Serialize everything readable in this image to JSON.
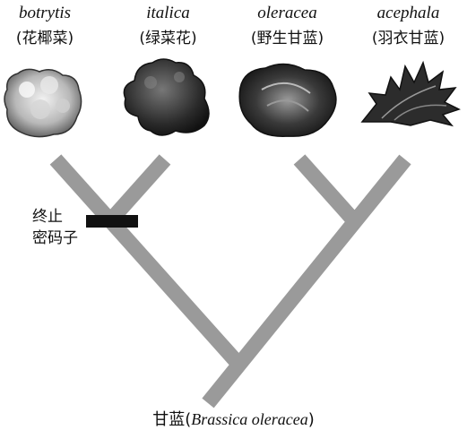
{
  "leaves": [
    {
      "latin": "botrytis",
      "chinese": "(花椰菜)"
    },
    {
      "latin": "italica",
      "chinese": "(绿菜花)"
    },
    {
      "latin": "oleracea",
      "chinese": "(野生甘蓝)"
    },
    {
      "latin": "acephala",
      "chinese": "(羽衣甘蓝)"
    }
  ],
  "mutation": {
    "line1": "终止",
    "line2": "密码子"
  },
  "root": {
    "chinese": "甘蓝",
    "latin": "Brassica oleracea"
  },
  "colors": {
    "branch": "#9a9a9a",
    "bar": "#111111",
    "text": "#111111"
  }
}
